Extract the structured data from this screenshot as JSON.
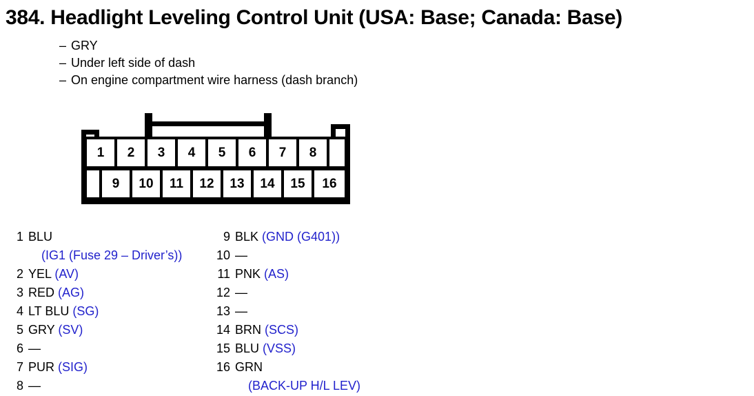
{
  "page": {
    "title": "384. Headlight Leveling Control Unit (USA: Base; Canada: Base)",
    "description": [
      "GRY",
      "Under left side of dash",
      "On engine compartment wire harness (dash branch)"
    ],
    "dash_marker": "–",
    "empty_marker": "—",
    "signal_color": "#2222cc"
  },
  "connector": {
    "top_row": [
      "1",
      "2",
      "3",
      "4",
      "5",
      "6",
      "7",
      "8"
    ],
    "bottom_row": [
      "9",
      "10",
      "11",
      "12",
      "13",
      "14",
      "15",
      "16"
    ]
  },
  "pins_left": [
    {
      "number": "1",
      "color": "BLU",
      "signal": "",
      "signal_wrapped": "(IG1 (Fuse 29 – Driver’s))"
    },
    {
      "number": "2",
      "color": "YEL",
      "signal": "(AV)",
      "signal_wrapped": ""
    },
    {
      "number": "3",
      "color": "RED",
      "signal": "(AG)",
      "signal_wrapped": ""
    },
    {
      "number": "4",
      "color": "LT BLU",
      "signal": "(SG)",
      "signal_wrapped": ""
    },
    {
      "number": "5",
      "color": "GRY",
      "signal": "(SV)",
      "signal_wrapped": ""
    },
    {
      "number": "6",
      "color": "—",
      "signal": "",
      "signal_wrapped": ""
    },
    {
      "number": "7",
      "color": "PUR",
      "signal": "(SIG)",
      "signal_wrapped": ""
    },
    {
      "number": "8",
      "color": "—",
      "signal": "",
      "signal_wrapped": ""
    }
  ],
  "pins_right": [
    {
      "number": "9",
      "color": "BLK",
      "signal": "(GND (G401))",
      "signal_wrapped": ""
    },
    {
      "number": "10",
      "color": "—",
      "signal": "",
      "signal_wrapped": ""
    },
    {
      "number": "11",
      "color": "PNK",
      "signal": "(AS)",
      "signal_wrapped": ""
    },
    {
      "number": "12",
      "color": "—",
      "signal": "",
      "signal_wrapped": ""
    },
    {
      "number": "13",
      "color": "—",
      "signal": "",
      "signal_wrapped": ""
    },
    {
      "number": "14",
      "color": "BRN",
      "signal": "(SCS)",
      "signal_wrapped": ""
    },
    {
      "number": "15",
      "color": "BLU",
      "signal": "(VSS)",
      "signal_wrapped": ""
    },
    {
      "number": "16",
      "color": "GRN",
      "signal": "",
      "signal_wrapped": "(BACK-UP H/L LEV)"
    }
  ]
}
